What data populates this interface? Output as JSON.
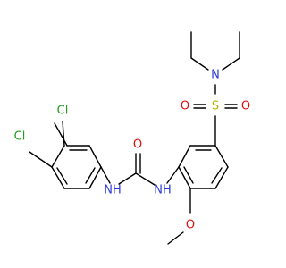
{
  "molecule": {
    "atoms": {
      "cl1": "Cl",
      "cl2": "Cl",
      "nh_left": "NH",
      "nh_right": "NH",
      "o_carbonyl": "O",
      "o_methoxy": "O",
      "s": "S",
      "o_s_left": "O",
      "o_s_right": "O",
      "n_amide": "N"
    },
    "colors": {
      "carbon": "#000000",
      "chlorine": "#1f9e1f",
      "nitrogen": "#2f3bd8",
      "oxygen": "#e01010",
      "sulfur": "#b3b300"
    }
  }
}
